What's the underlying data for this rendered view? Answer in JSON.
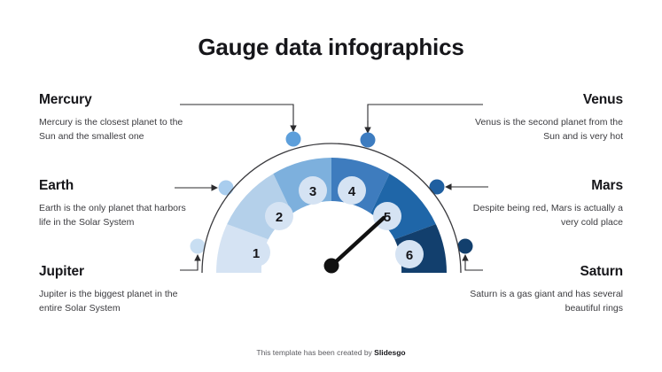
{
  "page": {
    "title": "Gauge data infographics",
    "footer_text": "This template has been created by ",
    "footer_brand": "Slidesgo"
  },
  "palette": {
    "segment_1": "#d5e3f3",
    "segment_2": "#b4d0ea",
    "segment_3": "#7db0dd",
    "segment_4": "#3e7cbe",
    "segment_5": "#1f66a8",
    "segment_6": "#123f6d",
    "dot_mercury": "#5d9fdb",
    "dot_venus": "#3d7cc0",
    "dot_earth": "#a9cdee",
    "dot_mars": "#1f5fa0",
    "dot_jupiter": "#c8deF2",
    "dot_saturn": "#123f6d",
    "needle": "#111111",
    "outline": "#3b3b3f",
    "number_bubble": "#d5e3f3",
    "number_text": "#16161a"
  },
  "blocks": [
    {
      "id": "mercury",
      "heading": "Mercury",
      "body": "Mercury is the closest planet to the Sun and the smallest one",
      "side": "left",
      "row": 1
    },
    {
      "id": "earth",
      "heading": "Earth",
      "body": "Earth is the only planet that harbors life in the Solar System",
      "side": "left",
      "row": 2
    },
    {
      "id": "jupiter",
      "heading": "Jupiter",
      "body": "Jupiter is the biggest planet in the entire Solar System",
      "side": "left",
      "row": 3
    },
    {
      "id": "venus",
      "heading": "Venus",
      "body": "Venus is the second planet from the Sun and is very hot",
      "side": "right",
      "row": 1
    },
    {
      "id": "mars",
      "heading": "Mars",
      "body": "Despite being red, Mars is actually a very cold place",
      "side": "right",
      "row": 2
    },
    {
      "id": "saturn",
      "heading": "Saturn",
      "body": "Saturn is a gas giant and has several beautiful rings",
      "side": "right",
      "row": 3
    }
  ],
  "chart_data": {
    "type": "pie",
    "title": "Gauge data infographics",
    "subtype": "half-donut-gauge",
    "segment_count": 6,
    "categories": [
      "1",
      "2",
      "3",
      "4",
      "5",
      "6"
    ],
    "values": [
      1,
      1,
      1,
      1,
      1,
      1
    ],
    "labels": [
      "1",
      "2",
      "3",
      "4",
      "5",
      "6"
    ],
    "colors": [
      "#d5e3f3",
      "#b4d0ea",
      "#7db0dd",
      "#3e7cbe",
      "#1f66a8",
      "#123f6d"
    ],
    "start_angle_deg": 180,
    "end_angle_deg": 0,
    "needle_value": 5,
    "needle_angle_deg": 42,
    "legend": [
      "Mercury",
      "Earth",
      "Jupiter",
      "Venus",
      "Mars",
      "Saturn"
    ],
    "legend_position": "sides",
    "grid": false,
    "xlabel": "",
    "ylabel": ""
  }
}
